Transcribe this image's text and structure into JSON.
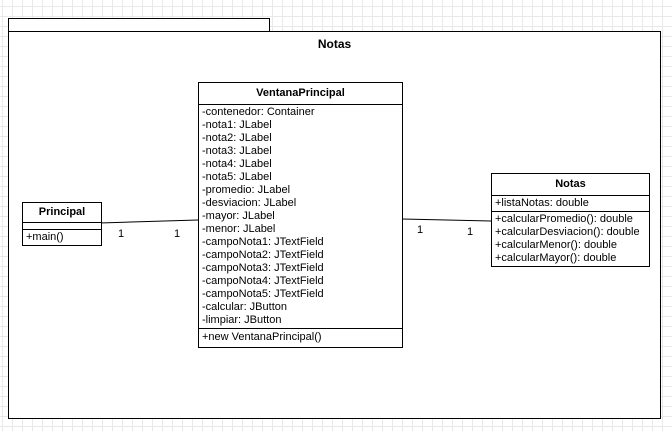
{
  "package": {
    "title": "Notas"
  },
  "classes": {
    "principal": {
      "name": "Principal",
      "attributes": [],
      "methods": [
        "+main()"
      ]
    },
    "ventana": {
      "name": "VentanaPrincipal",
      "attributes": [
        "-contenedor: Container",
        "-nota1: JLabel",
        "-nota2: JLabel",
        "-nota3: JLabel",
        "-nota4: JLabel",
        "-nota5: JLabel",
        "-promedio: JLabel",
        "-desviacion: JLabel",
        "-mayor: JLabel",
        "-menor: JLabel",
        "-campoNota1: JTextField",
        "-campoNota2: JTextField",
        "-campoNota3: JTextField",
        "-campoNota4: JTextField",
        "-campoNota5: JTextField",
        "-calcular: JButton",
        "-limpiar: JButton"
      ],
      "methods": [
        "+new VentanaPrincipal()"
      ]
    },
    "notas": {
      "name": "Notas",
      "attributes": [
        "+listaNotas: double"
      ],
      "methods": [
        "+calcularPromedio(): double",
        "+calcularDesviacion(): double",
        "+calcularMenor(): double",
        "+calcularMayor(): double"
      ]
    }
  },
  "associations": [
    {
      "from": "Principal",
      "to": "VentanaPrincipal",
      "from_mult": "1",
      "to_mult": "1"
    },
    {
      "from": "VentanaPrincipal",
      "to": "Notas",
      "from_mult": "1",
      "to_mult": "1"
    }
  ]
}
